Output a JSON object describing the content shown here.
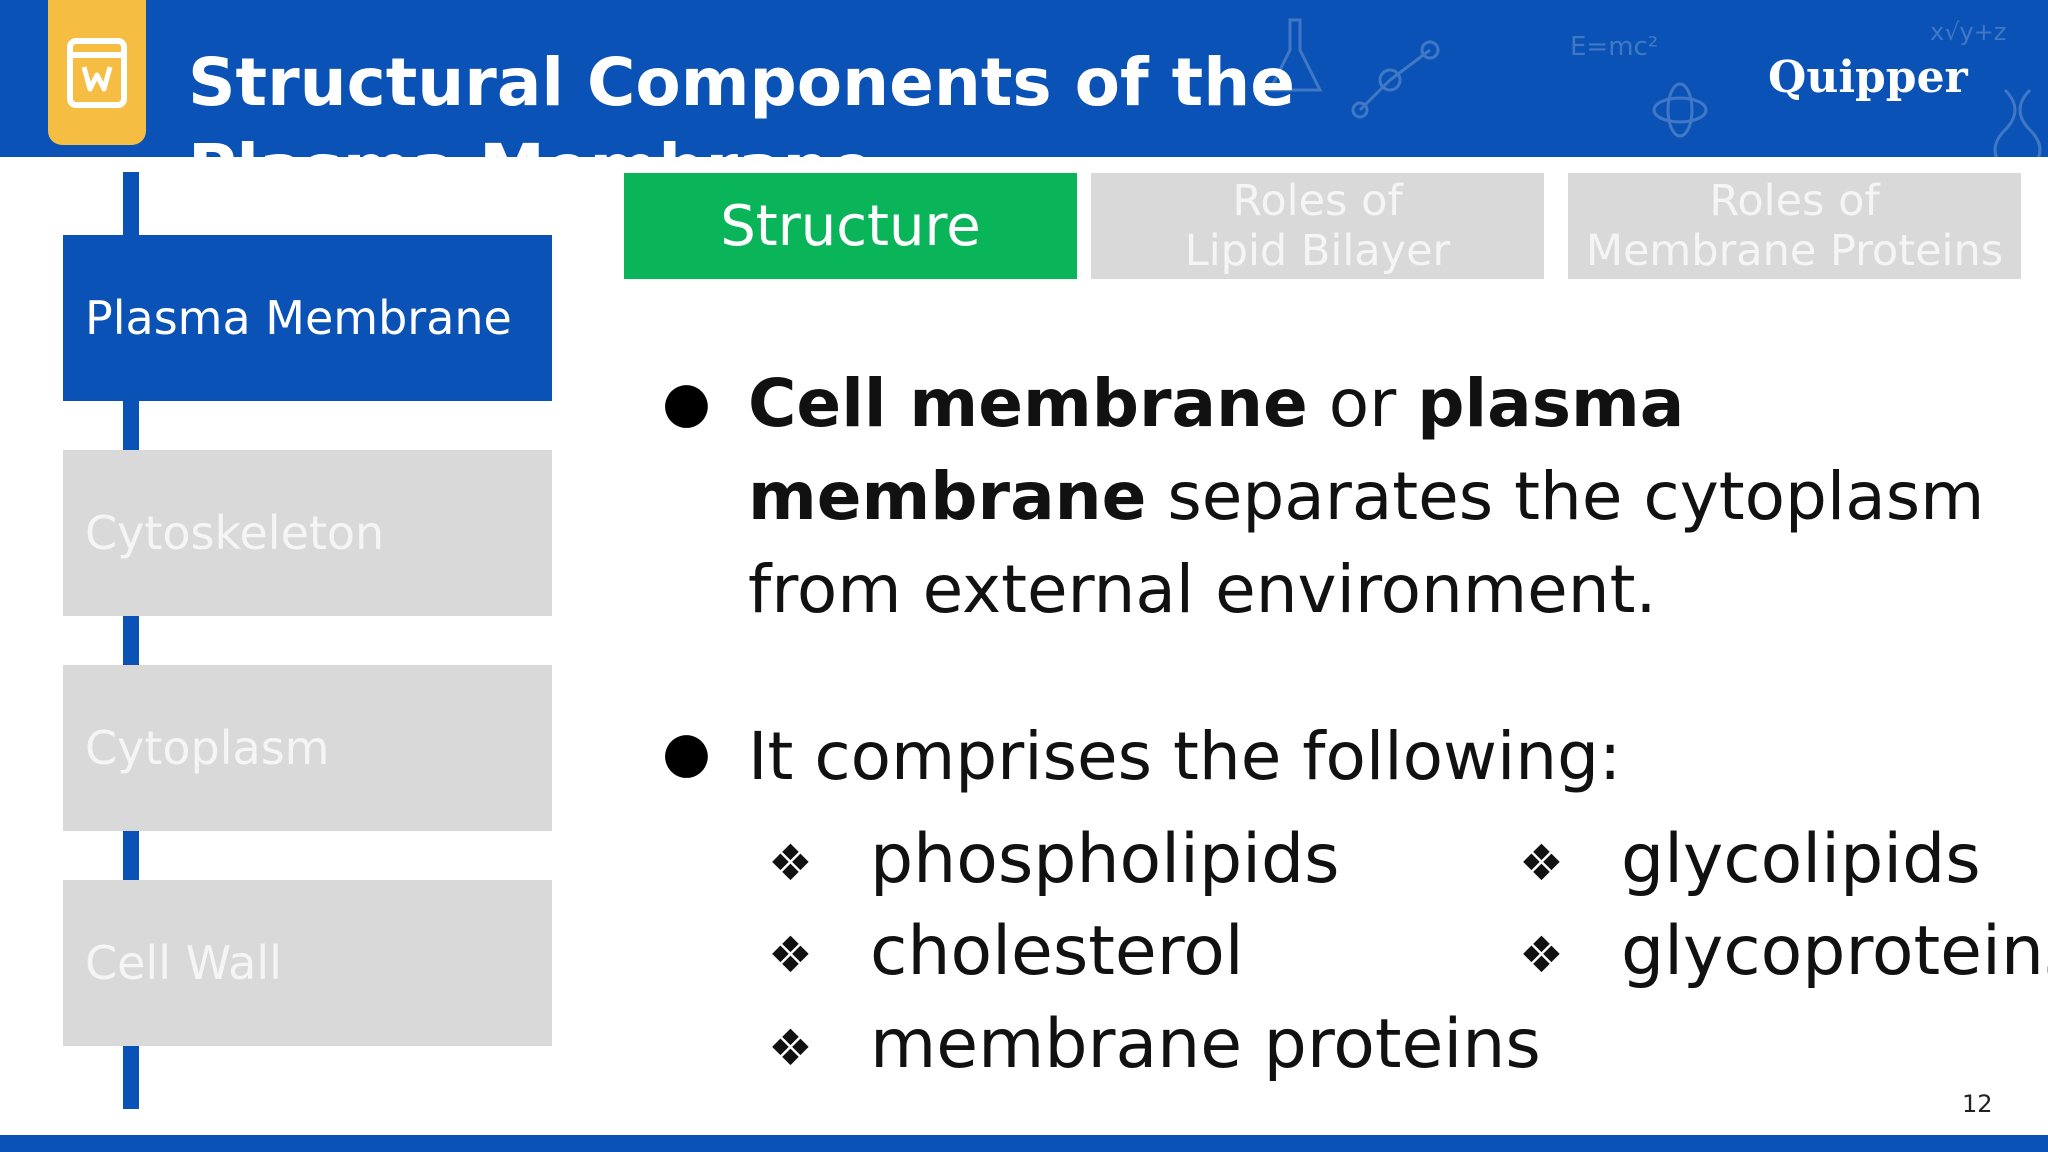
{
  "header": {
    "title": "Structural Components of the Plasma Membrane",
    "logo": "Quipper",
    "deco_formula": "E=mc²",
    "deco_expr": "x√y+z"
  },
  "sidebar": {
    "items": [
      {
        "label": "Plasma Membrane",
        "active": true
      },
      {
        "label": "Cytoskeleton",
        "active": false
      },
      {
        "label": "Cytoplasm",
        "active": false
      },
      {
        "label": "Cell Wall",
        "active": false
      }
    ]
  },
  "tabs": [
    {
      "label": "Structure",
      "active": true
    },
    {
      "line1": "Roles of",
      "line2": "Lipid Bilayer",
      "active": false
    },
    {
      "line1": "Roles of",
      "line2": "Membrane Proteins",
      "active": false
    }
  ],
  "content": {
    "bullet_glyph": "●",
    "item_glyph": "❖",
    "p1": {
      "bold1": "Cell membrane",
      "mid": " or ",
      "bold2": "plasma membrane",
      "rest": " separates the cytoplasm from external environment."
    },
    "p2": "It comprises the following:",
    "components_left": [
      "phospholipids",
      "cholesterol",
      "membrane proteins"
    ],
    "components_right": [
      "glycolipids",
      "glycoproteins"
    ]
  },
  "page_number": "12",
  "colors": {
    "brand_blue": "#0a52b5",
    "tab_green": "#0ab55a",
    "badge_yellow": "#f5bd42",
    "inactive_gray": "#d9d9d9"
  }
}
